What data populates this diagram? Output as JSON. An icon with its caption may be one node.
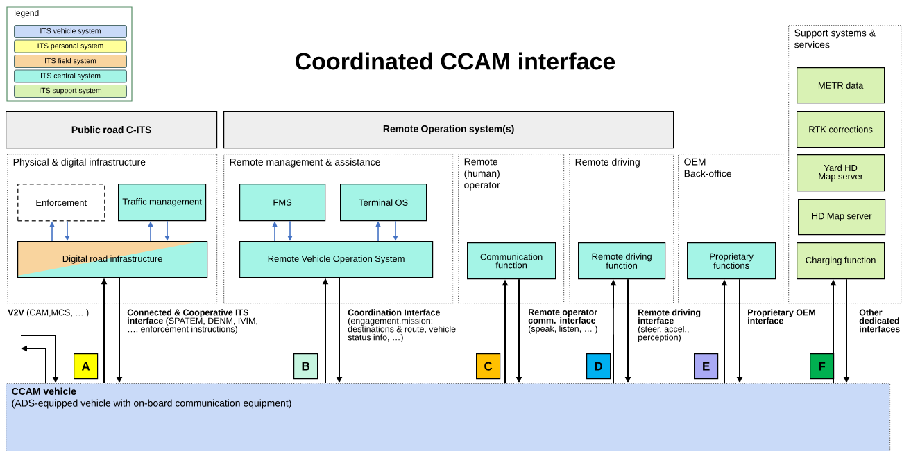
{
  "diagram": {
    "title": "Coordinated CCAM interface",
    "nodes": [
      {
        "text": [
          "Public road C-ITS"
        ]
      },
      {
        "text": [
          "Remote Operation system(s)"
        ]
      },
      {
        "text": [
          "Physical & digital infrastructure"
        ]
      },
      {
        "text": [
          "Enforcement"
        ],
        "in": 2
      },
      {
        "text": [
          "Traffic management"
        ],
        "in": 2
      },
      {
        "text": [
          "Digital road infrastructure"
        ],
        "in": 2
      },
      {
        "text": [
          "Remote management & assistance"
        ]
      },
      {
        "text": [
          "FMS"
        ],
        "in": 6
      },
      {
        "text": [
          "Terminal OS"
        ],
        "in": 6
      },
      {
        "text": [
          "Remote Vehicle Operation System"
        ],
        "in": 6
      },
      {
        "text": [
          "Remote (human) operator"
        ]
      },
      {
        "text": [
          "Communication function"
        ],
        "in": 10
      },
      {
        "text": [
          "Remote driving"
        ]
      },
      {
        "text": [
          "Remote driving function"
        ],
        "in": 12
      },
      {
        "text": [
          "OEM Back-office"
        ]
      },
      {
        "text": [
          "Proprietary functions"
        ],
        "in": 14
      },
      {
        "text": [
          "Support systems & services"
        ]
      },
      {
        "text": [
          "METR data"
        ],
        "in": 16
      },
      {
        "text": [
          "RTK corrections"
        ],
        "in": 16
      },
      {
        "text": [
          "Yard HD Map server"
        ],
        "in": 16
      },
      {
        "text": [
          "HD Map server"
        ],
        "in": 16
      },
      {
        "text": [
          "Charging function"
        ],
        "in": 16
      },
      {
        "text": [
          "CCAM vehicle",
          "(ADS-equipped vehicle with on-board communication equipment)"
        ]
      },
      {
        "text": [
          "A"
        ]
      },
      {
        "text": [
          "B"
        ]
      },
      {
        "text": [
          "C"
        ]
      },
      {
        "text": [
          "D"
        ]
      },
      {
        "text": [
          "E"
        ]
      },
      {
        "text": [
          "F"
        ]
      }
    ],
    "edges": [
      {
        "from": 5,
        "to": 3,
        "arrow": "to",
        "color": "#4472c4"
      },
      {
        "from": 3,
        "to": 5,
        "arrow": "to",
        "color": "#4472c4"
      },
      {
        "from": 5,
        "to": 4,
        "arrow": "to",
        "color": "#4472c4"
      },
      {
        "from": 4,
        "to": 5,
        "arrow": "to",
        "color": "#4472c4"
      },
      {
        "from": 9,
        "to": 7,
        "arrow": "to",
        "color": "#4472c4"
      },
      {
        "from": 7,
        "to": 9,
        "arrow": "to",
        "color": "#4472c4"
      },
      {
        "from": 9,
        "to": 8,
        "arrow": "to",
        "color": "#4472c4"
      },
      {
        "from": 8,
        "to": 9,
        "arrow": "to",
        "color": "#4472c4"
      },
      {
        "from": null,
        "to": 22,
        "arrow": "to",
        "label": "**V2V** (CAM,MCS, … )"
      },
      {
        "from": 22,
        "to": null,
        "arrow": "to"
      },
      {
        "from": 22,
        "to": 5,
        "arrow": "to"
      },
      {
        "from": 5,
        "to": 22,
        "arrow": "to",
        "label": "**Connected & Cooperative ITS interface** (SPATEM, DENM, IVIM, …, enforcement instructions)"
      },
      {
        "from": 22,
        "to": 9,
        "arrow": "to"
      },
      {
        "from": 9,
        "to": 22,
        "arrow": "to",
        "label": "**Coordination Interface** (engagement,mission: destinations & route, vehicle status info, …)"
      },
      {
        "from": 22,
        "to": 11,
        "arrow": "to"
      },
      {
        "from": 11,
        "to": 22,
        "arrow": "to",
        "label": "**Remote operator comm. interface** (speak, listen, … )"
      },
      {
        "from": 22,
        "to": 13,
        "arrow": "to"
      },
      {
        "from": 13,
        "to": 22,
        "arrow": "to",
        "label": "**Remote driving interface** (steer, accel., perception)"
      },
      {
        "from": 22,
        "to": 15,
        "arrow": "to"
      },
      {
        "from": 15,
        "to": 22,
        "arrow": "to",
        "label": "Proprietary OEM interface"
      },
      {
        "from": 22,
        "to": 21,
        "arrow": "to"
      },
      {
        "from": 21,
        "to": 22,
        "arrow": "to",
        "label": "Other dedicated interfaces"
      }
    ],
    "labels": [
      "legend"
    ],
    "legend": [
      {
        "text": "ITS vehicle system",
        "color": "#c9daf8"
      },
      {
        "text": "ITS personal system",
        "color": "#ffff99"
      },
      {
        "text": "ITS field system",
        "color": "#f9d49e"
      },
      {
        "text": "ITS central system",
        "color": "#a4f4e6"
      },
      {
        "text": "ITS support system",
        "color": "#d9f2b4"
      }
    ]
  }
}
